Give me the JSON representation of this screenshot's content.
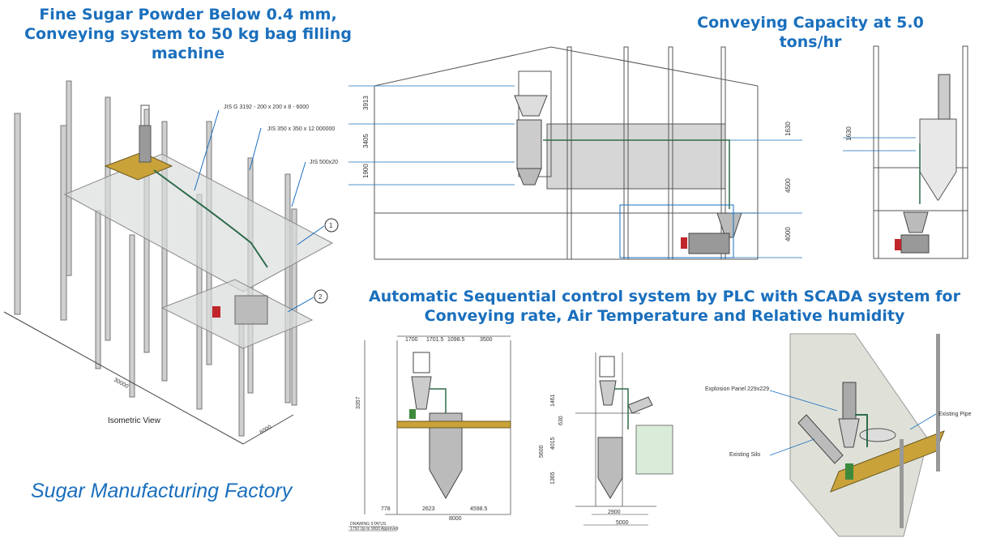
{
  "titles": {
    "top_left": "Fine Sugar Powder Below 0.4 mm, Conveying system to 50 kg bag filling machine",
    "top_right": "Conveying Capacity at 5.0 tons/hr",
    "middle": "Automatic Sequential control system by PLC  with  SCADA system for Conveying rate, Air Temperature and Relative humidity",
    "footer": "Sugar Manufacturing Factory"
  },
  "isometric": {
    "caption": "Isometric View",
    "callouts": [
      "JIS G 3192 - 200 x 200 x 8 - 6000",
      "JIS 350 x 350 x 12 000000",
      "JIS 500x20"
    ],
    "markers": [
      "1",
      "2"
    ],
    "dim_length": "30000",
    "dim_width": "6000"
  },
  "elevation_front": {
    "dims_left": [
      "3913",
      "3405",
      "1900"
    ],
    "dims_right": [
      "1630",
      "4500",
      "4000"
    ]
  },
  "elevation_side": {
    "dims_left": [
      "1630"
    ]
  },
  "detail_front": {
    "dims_top": [
      "1700",
      "1701.5",
      "1098.5",
      "3500"
    ],
    "dims_bottom": [
      "778",
      "2623",
      "4598.5"
    ],
    "dim_total": "8000",
    "dim_left": "3357",
    "title_block": [
      "DRAWING STATUS",
      "1750 Up to 9000",
      "Approved"
    ]
  },
  "detail_side": {
    "dims_left": [
      "1461",
      "630",
      "4015",
      "5600",
      "1365"
    ],
    "dims_bottom": [
      "2900",
      "5000"
    ]
  },
  "detail_3d": {
    "labels": [
      "Explosion Panel 229x229",
      "Existing Pipe",
      "Existing Silo"
    ]
  },
  "colors": {
    "title_blue": "#1a6fbd",
    "drawing_line": "#555555",
    "platform_yellow": "#c9a23a",
    "structure_grey": "#9a9a9a"
  }
}
